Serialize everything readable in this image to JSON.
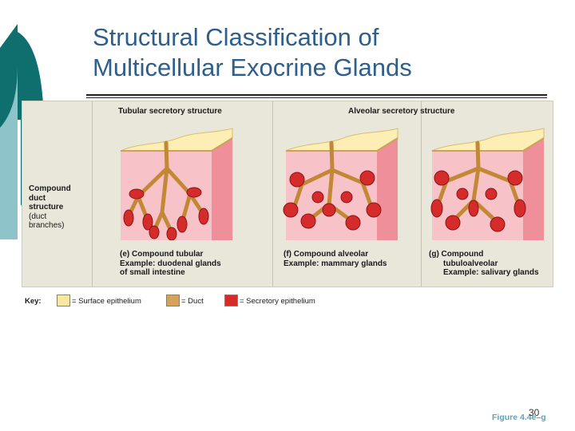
{
  "slide": {
    "title_line1": "Structural Classification of",
    "title_line2": "Multicellular Exocrine Glands",
    "slide_number": "30",
    "figure_ref": "Figure 4.4e–g"
  },
  "figure": {
    "header_tubular": "Tubular secretory structure",
    "header_alveolar": "Alveolar secretory structure",
    "row_label": [
      "Compound",
      "duct",
      "structure",
      "(duct",
      "branches)"
    ],
    "panels": [
      {
        "label": "(e) Compound tubular",
        "example": [
          "Example: duodenal glands",
          "of small intestine"
        ]
      },
      {
        "label": "(f) Compound alveolar",
        "example": [
          "Example: mammary glands"
        ]
      },
      {
        "label_line1": "(g) Compound",
        "label_line2": "tubuloalveolar",
        "example": [
          "Example: salivary glands"
        ]
      }
    ]
  },
  "key": {
    "label": "Key:",
    "items": [
      {
        "text": "= Surface epithelium",
        "color": "#f7e7a0"
      },
      {
        "text": "= Duct",
        "color": "#d4a25a"
      },
      {
        "text": "= Secretory epithelium",
        "color": "#d62b2b"
      }
    ]
  },
  "colors": {
    "title": "#2e5f8c",
    "teal": "#0f6e6e",
    "teal_light": "#8ec3c9",
    "figure_bg": "#e9e6da",
    "tissue_pink": "#f7c3c8",
    "tissue_side": "#ef8f9a"
  }
}
